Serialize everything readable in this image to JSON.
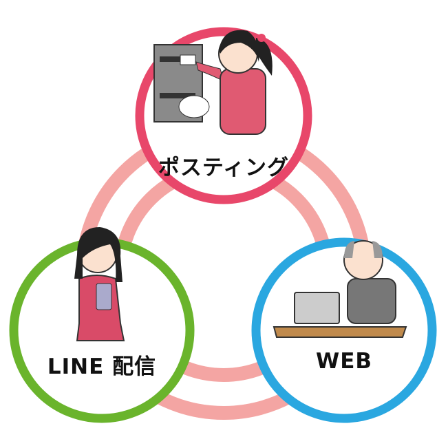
{
  "nodes": [
    {
      "label": "ポスティング",
      "color": "#e8476a"
    },
    {
      "label": "LINE 配信",
      "color": "#6ab42c"
    },
    {
      "label": "WEB",
      "color": "#2aa7e0"
    }
  ],
  "ring_color": "#f4a5a3"
}
